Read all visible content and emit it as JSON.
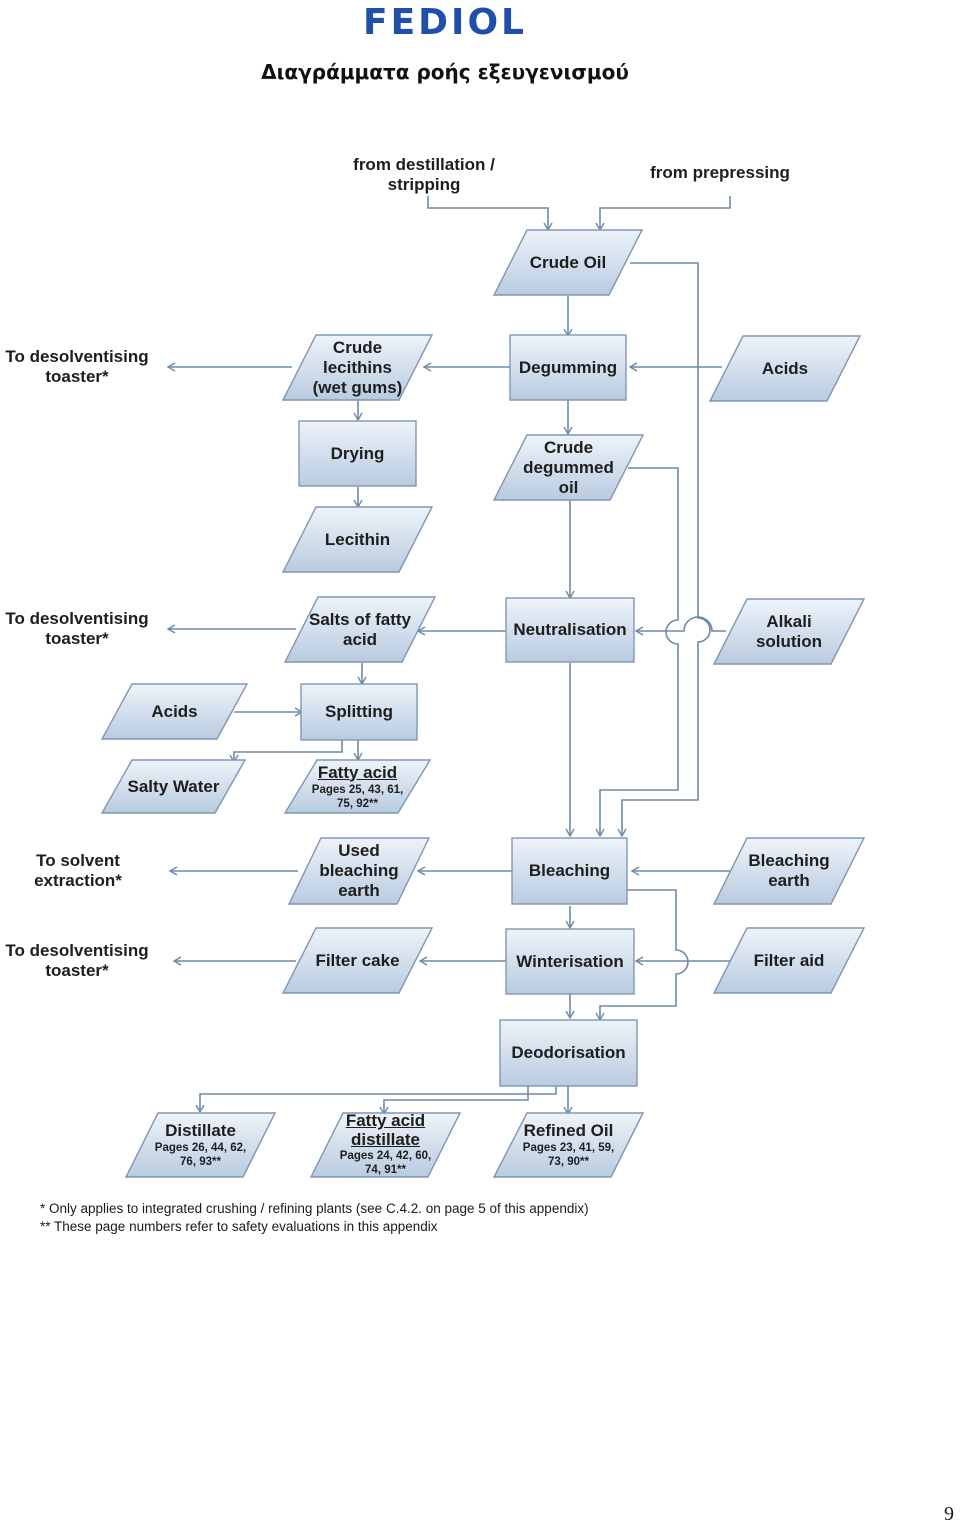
{
  "header": {
    "logo": "FEDIOL",
    "title": "Διαγράμματα ροής εξευγενισμού"
  },
  "labels": {
    "from_distillation": "from destillation /\nstripping",
    "from_prepressing": "from prepressing",
    "to_desolv_1": "To desolventising\ntoaster*",
    "to_desolv_2": "To desolventising\ntoaster*",
    "to_solvent": "To solvent\nextraction*",
    "to_desolv_3": "To desolventising\ntoaster*"
  },
  "nodes": {
    "crude_oil": "Crude Oil",
    "crude_lecithins": "Crude\nlecithins\n(wet gums)",
    "degumming": "Degumming",
    "acids_1": "Acids",
    "drying": "Drying",
    "crude_degummed_oil": "Crude\ndegummed\noil",
    "lecithin": "Lecithin",
    "salts_fatty_acid": "Salts of fatty\nacid",
    "neutralisation": "Neutralisation",
    "alkali_solution": "Alkali\nsolution",
    "acids_2": "Acids",
    "splitting": "Splitting",
    "salty_water": "Salty Water",
    "fatty_acid": "Fatty acid",
    "fatty_acid_pages": "Pages 25, 43, 61,\n75, 92**",
    "used_bleaching_earth": "Used\nbleaching\nearth",
    "bleaching": "Bleaching",
    "bleaching_earth": "Bleaching\nearth",
    "filter_cake": "Filter cake",
    "winterisation": "Winterisation",
    "filter_aid": "Filter aid",
    "deodorisation": "Deodorisation",
    "distillate": "Distillate",
    "distillate_pages": "Pages 26, 44, 62,\n76, 93**",
    "fatty_acid_distillate": "Fatty acid\ndistillate",
    "fatty_acid_distillate_pages": "Pages 24, 42, 60,\n74, 91**",
    "refined_oil": "Refined Oil",
    "refined_oil_pages": "Pages 23, 41, 59,\n73, 90**"
  },
  "footnotes": {
    "note1": "* Only applies to integrated crushing / refining plants (see C.4.2. on page 5 of this appendix)",
    "note2": "** These page numbers refer to safety evaluations in this appendix"
  },
  "page_number": "9",
  "colors": {
    "logo": "#1f4fa8",
    "shape_fill_top": "#eef3f9",
    "shape_fill_bottom": "#b9cbe0",
    "shape_stroke": "#7f97b3",
    "arrow": "#6d8aa9"
  }
}
